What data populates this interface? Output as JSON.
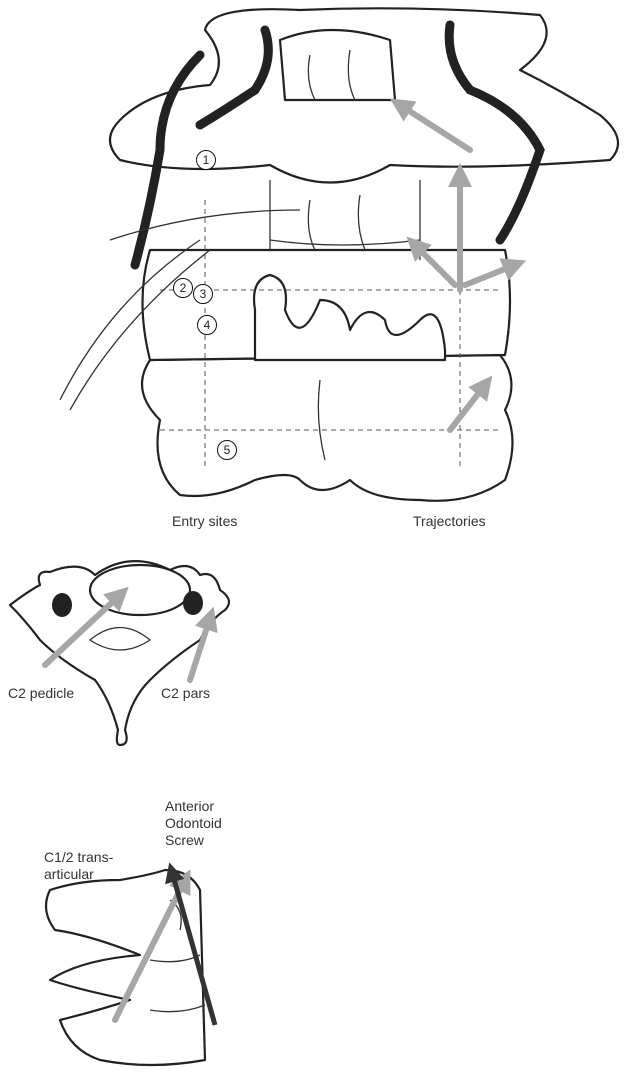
{
  "top_figure": {
    "entry_sites_label": "Entry sites",
    "trajectories_label": "Trajectories",
    "entry_numbers": [
      "1",
      "2",
      "3",
      "4",
      "5"
    ]
  },
  "axial_figure": {
    "c2_pedicle_label": "C2 pedicle",
    "c2_pars_label": "C2 pars"
  },
  "lateral_figure": {
    "anterior_odontoid_label_lines": [
      "Anterior",
      "Odontoid",
      "Screw"
    ],
    "c1_c2_label_lines": [
      "C1/2 trans-",
      "articular"
    ]
  },
  "colors": {
    "arrow": "#a6a6a6",
    "dark_arrow": "#333333",
    "outline": "#222222"
  }
}
